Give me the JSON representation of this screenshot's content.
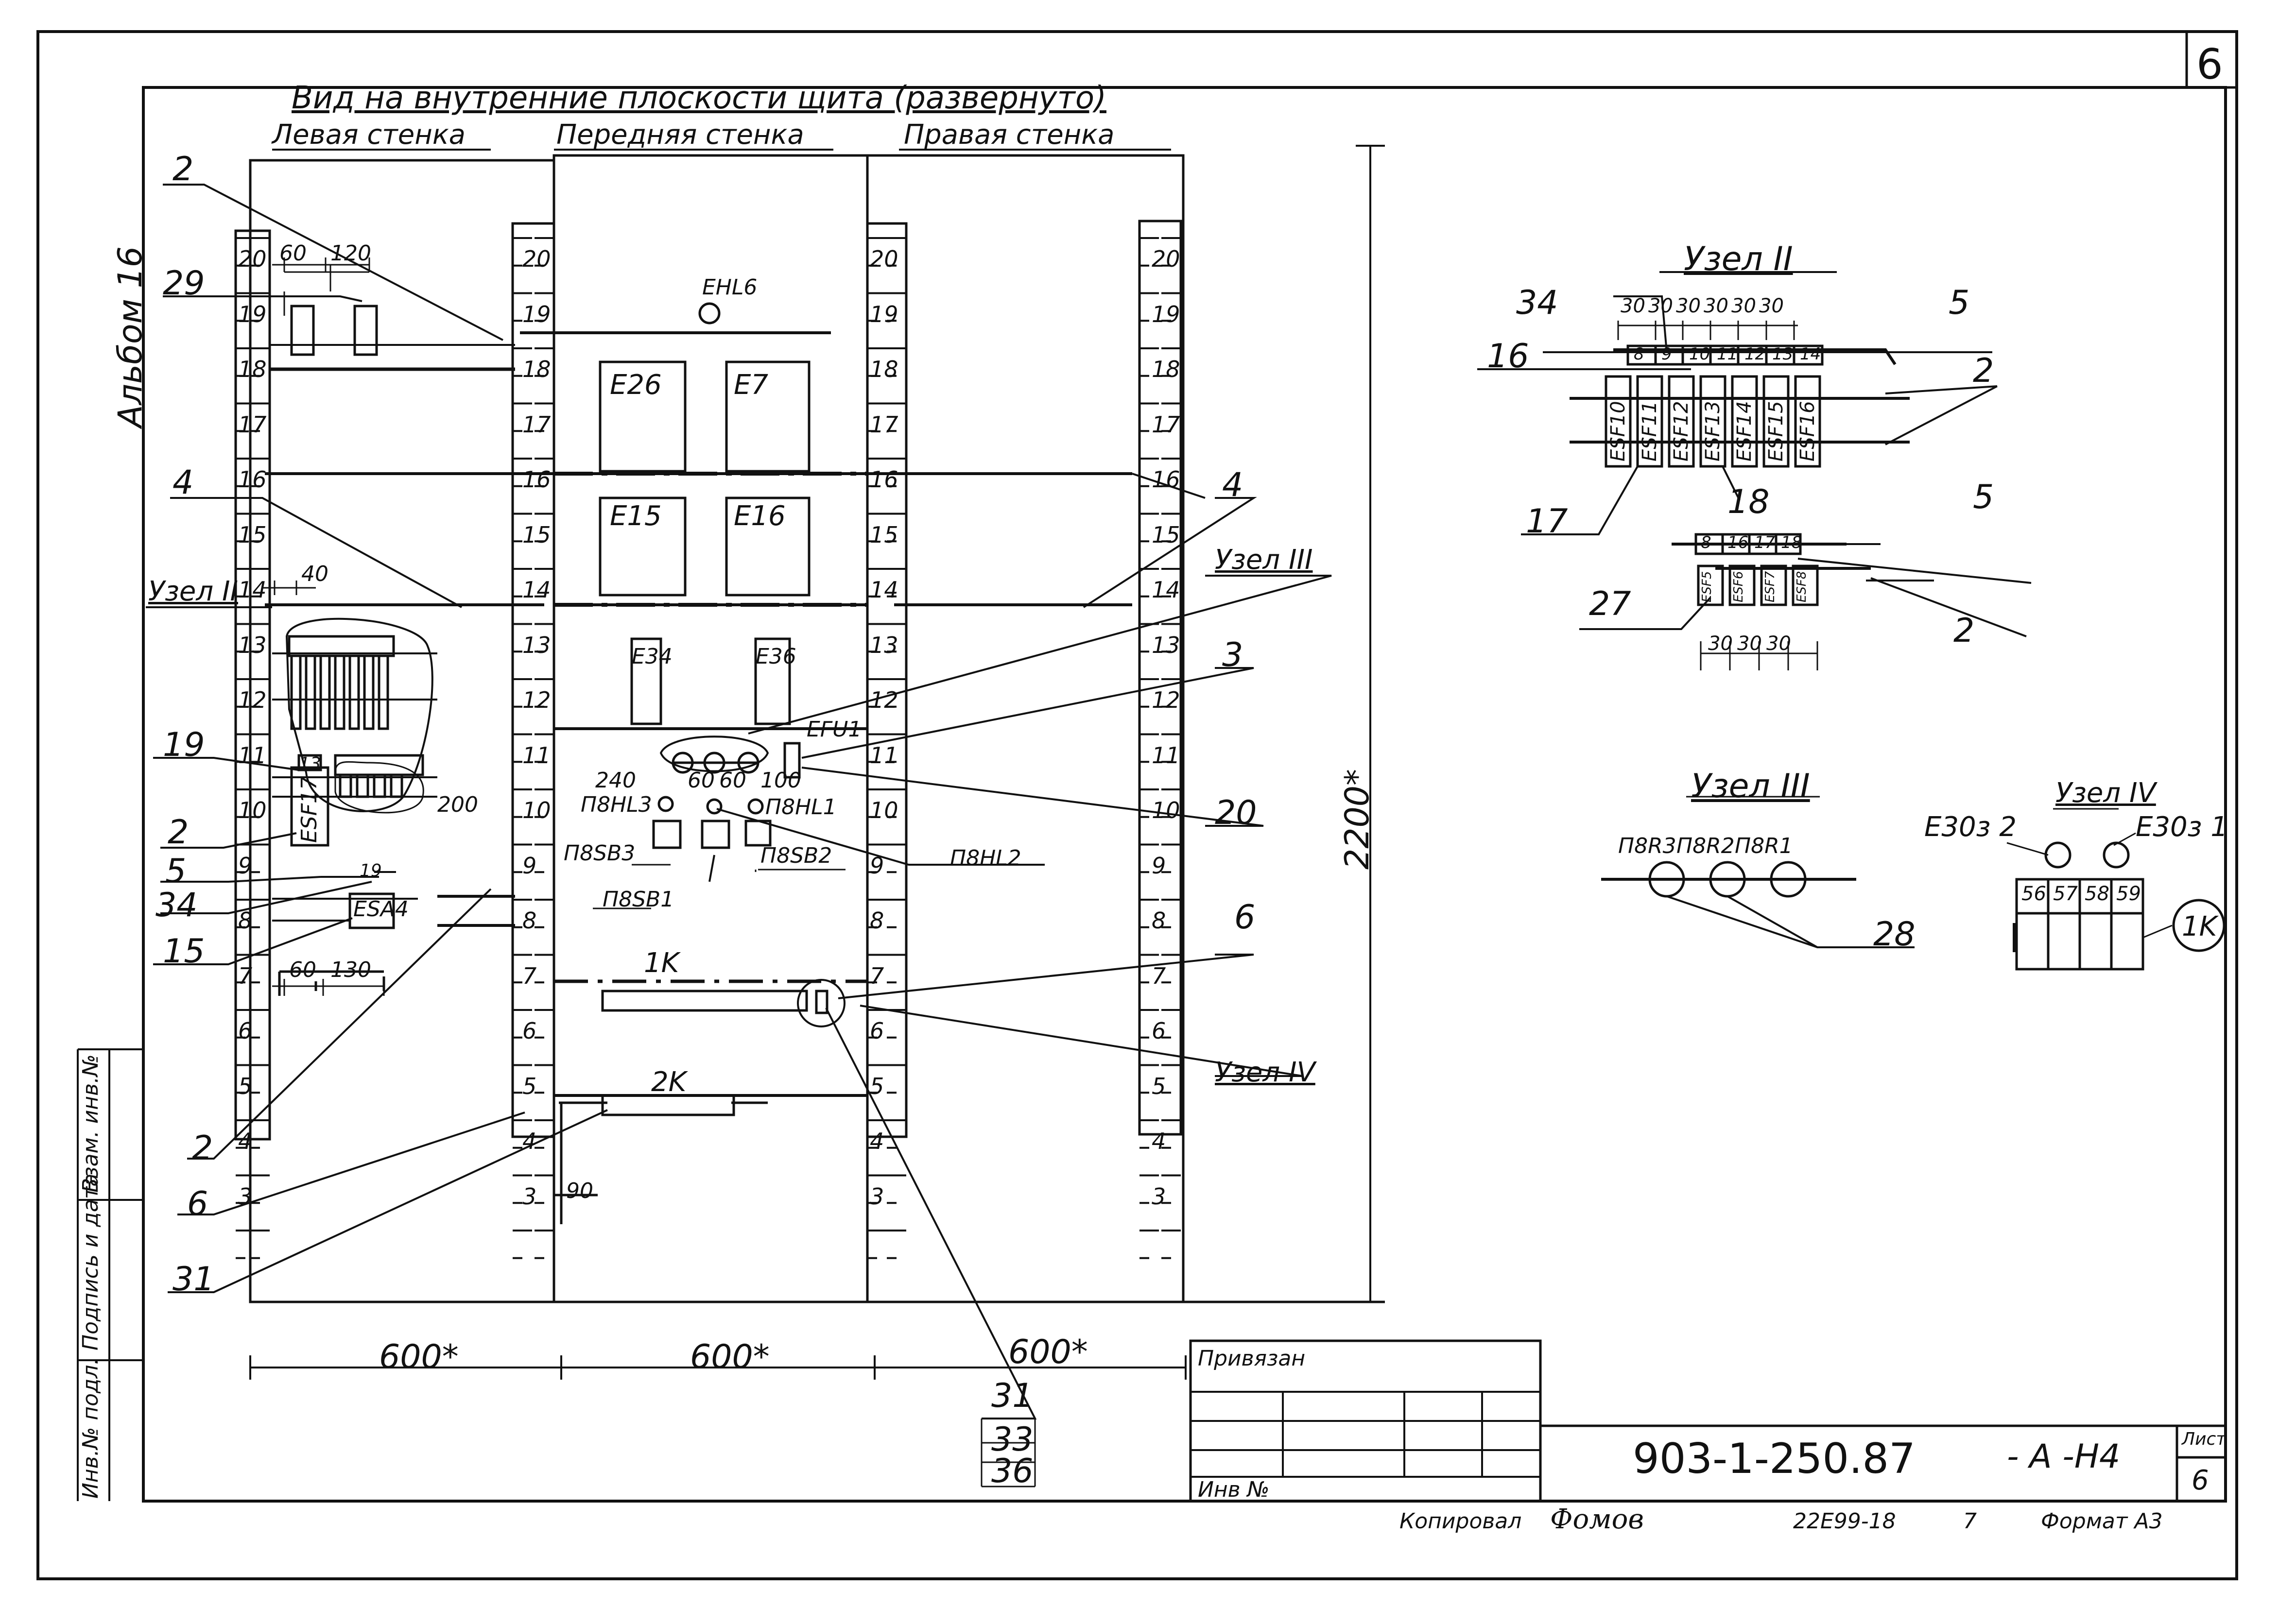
{
  "drawing": {
    "title": "Вид на внутренние плоскости щита (развернуто)",
    "sheet_no_corner": "6",
    "album": "Альбом 16",
    "walls": {
      "left": "Левая стенка",
      "front": "Передняя стенка",
      "right": "Правая стенка"
    },
    "scale_numbers": [
      "20",
      "19",
      "18",
      "17",
      "16",
      "15",
      "14",
      "13",
      "12",
      "11",
      "10",
      "9",
      "8",
      "7",
      "6",
      "5",
      "4",
      "3"
    ],
    "dims": {
      "w1": "600*",
      "w2": "600*",
      "w3": "600*",
      "h": "2200*",
      "d60": "60",
      "d120": "120",
      "d40": "40",
      "d200": "200",
      "d60b": "60",
      "d130": "130",
      "d90": "90",
      "d240": "240",
      "d60c": "60",
      "d60d": "60",
      "d100": "100"
    },
    "front_labels": {
      "ehl6": "EHL6",
      "e26": "E26",
      "e7": "E7",
      "e15": "E15",
      "e16": "E16",
      "e34": "E34",
      "e36": "E36",
      "efu1": "EFU1",
      "p8hl3": "П8HL3",
      "p8hl1": "П8HL1",
      "p8hl2": "П8HL2",
      "p8sb3": "П8SB3",
      "p8sb2": "П8SB2",
      "p8sb1": "П8SB1",
      "k1": "1K",
      "k2": "2K"
    },
    "left_labels": {
      "esf17": "ESF17",
      "esa4": "ESA4",
      "t13": "13",
      "t19": "19"
    },
    "callouts": {
      "c2a": "2",
      "c29": "29",
      "c4a": "4",
      "uzel2": "Узел II",
      "c19": "19",
      "c2b": "2",
      "c5": "5",
      "c34": "34",
      "c15": "15",
      "c2c": "2",
      "c6a": "6",
      "c31a": "31",
      "c4b": "4",
      "uzel3": "Узел III",
      "c3": "3",
      "c20": "20",
      "c6b": "6",
      "uzel4": "Узел IV",
      "s31": "31",
      "s33": "33",
      "s36": "36"
    },
    "node2": {
      "title": "Узел II",
      "c34": "34",
      "c5": "5",
      "c16": "16",
      "c2": "2",
      "c17": "17",
      "c18": "18",
      "c5b": "5",
      "c27": "27",
      "c2b": "2",
      "dims": [
        "30",
        "30",
        "30",
        "30",
        "30",
        "30"
      ],
      "dims_b": [
        "30",
        "30",
        "30"
      ],
      "terminals": [
        "8",
        "9",
        "10",
        "11",
        "12",
        "13",
        "14"
      ],
      "terminals_b": [
        "8",
        "16",
        "17",
        "18"
      ],
      "breakers": [
        "ESF10",
        "ESF11",
        "ESF12",
        "ESF13",
        "ESF14",
        "ESF15",
        "ESF16"
      ],
      "small": [
        "ESF5",
        "ESF6",
        "ESF7",
        "ESF8"
      ]
    },
    "node3": {
      "title": "Узел III",
      "lamps": [
        "П8R3",
        "П8R2",
        "П8R1"
      ],
      "c28": "28"
    },
    "node4": {
      "title": "Узел IV",
      "left": "E30з 2",
      "right": "E30з 1",
      "cells": [
        "56",
        "57",
        "58",
        "59"
      ],
      "k": "1K"
    },
    "side_stamp": {
      "inv_podl": "Инв.№ подл.",
      "podpis": "Подпись и дата",
      "vzam": "Взам. инв.№"
    },
    "stamp": {
      "privyazan": "Привязан",
      "inv": "Инв №",
      "code": "903-1-250.87",
      "suffix": "- A -Н4",
      "list_label": "Лист",
      "list_no": "6"
    },
    "footer": {
      "kopiroval": "Копировал",
      "signature": "Фомов",
      "order": "22E99-18",
      "n7": "7",
      "format": "Формат А3"
    }
  }
}
